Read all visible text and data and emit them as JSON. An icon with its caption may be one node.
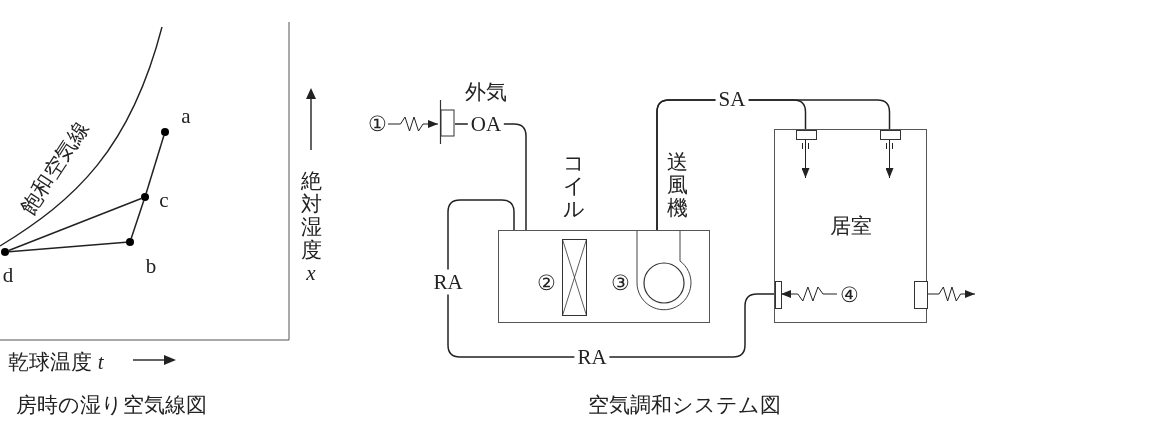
{
  "diagram": {
    "nodes": [
      {
        "text": [],
        "shape": "circle",
        "beside": [
          "a"
        ]
      },
      {
        "text": [],
        "shape": "circle",
        "beside": [
          "b"
        ]
      },
      {
        "text": [],
        "shape": "circle",
        "beside": [
          "c"
        ]
      },
      {
        "text": [],
        "shape": "circle",
        "beside": [
          "d"
        ]
      },
      {
        "text": [
          "①"
        ]
      },
      {
        "text": [],
        "shape": "box"
      },
      {
        "text": [],
        "shape": "box"
      },
      {
        "text": [],
        "shape": "box",
        "in": 6,
        "beside": [
          "②",
          "コイル"
        ]
      },
      {
        "text": [],
        "shape": "circle",
        "in": 6,
        "beside": [
          "③",
          "送風機"
        ]
      },
      {
        "text": [
          "居室"
        ]
      },
      {
        "text": [],
        "shape": "box",
        "in": 9
      },
      {
        "text": [],
        "shape": "box",
        "in": 9
      },
      {
        "text": [],
        "shape": "box",
        "in": 9
      },
      {
        "text": [],
        "shape": "box",
        "in": 9
      },
      {
        "text": [
          "④"
        ],
        "in": 9
      }
    ],
    "edges": [
      {
        "from": 0,
        "to": 2,
        "arrow": "none"
      },
      {
        "from": 2,
        "to": 1,
        "arrow": "none"
      },
      {
        "from": 1,
        "to": 3,
        "arrow": "none"
      },
      {
        "from": 3,
        "to": 2,
        "arrow": "none"
      },
      {
        "from": 4,
        "to": 5,
        "arrow": "to"
      },
      {
        "from": 5,
        "to": 6,
        "arrow": "none",
        "label": "OA"
      },
      {
        "from": 8,
        "to": 10,
        "arrow": "none",
        "label": "SA"
      },
      {
        "from": 8,
        "to": 11,
        "arrow": "none"
      },
      {
        "from": 10,
        "to": null,
        "arrow": "to"
      },
      {
        "from": 11,
        "to": null,
        "arrow": "to"
      },
      {
        "from": 14,
        "to": 12,
        "arrow": "to"
      },
      {
        "from": 13,
        "to": null,
        "arrow": "to"
      },
      {
        "from": 12,
        "to": 6,
        "arrow": "none",
        "label": "RA"
      }
    ],
    "labels": [
      "外気",
      "RA",
      "飽和空気線",
      "乾球温度 *t*",
      "絶対湿度 *x*",
      "房時の湿り空気線図",
      "空気調和システム図"
    ]
  }
}
